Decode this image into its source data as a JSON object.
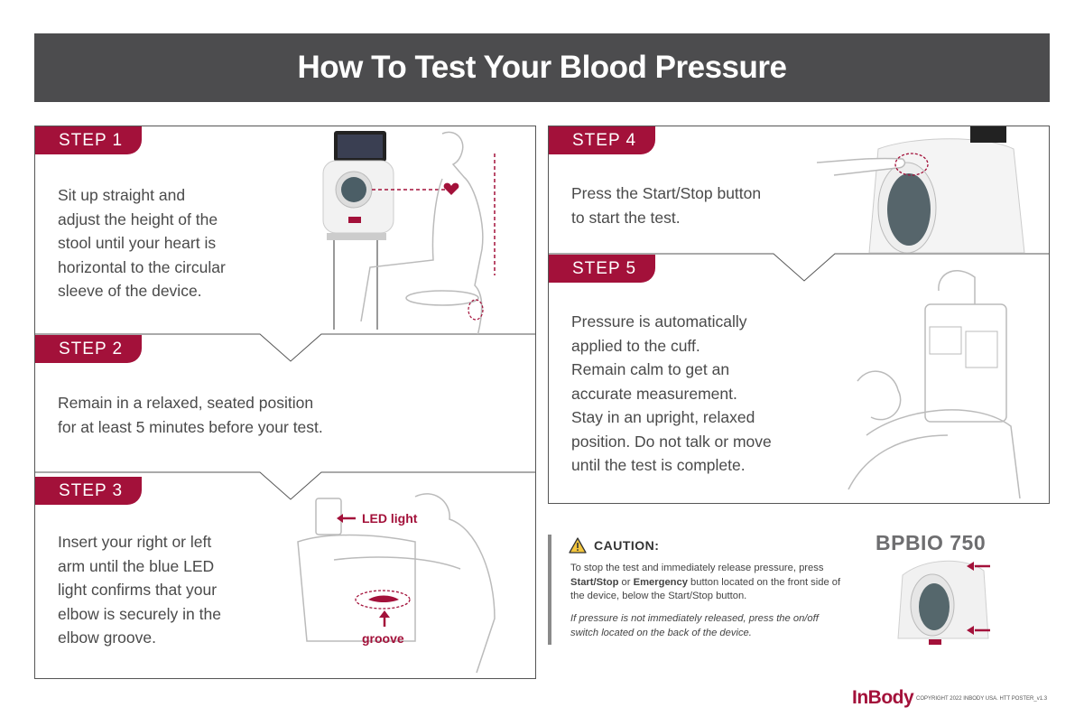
{
  "title": "How To Test Your Blood Pressure",
  "steps": [
    {
      "tag": "STEP 1",
      "lines": [
        "Sit up straight and",
        "adjust the height of the",
        "stool until your heart is",
        "horizontal to the circular",
        "sleeve of the device."
      ]
    },
    {
      "tag": "STEP 2",
      "lines": [
        "Remain in a relaxed, seated position",
        "for at least 5 minutes before your test."
      ]
    },
    {
      "tag": "STEP 3",
      "lines": [
        "Insert your right or left",
        "arm until the blue LED",
        "light confirms that your",
        "elbow is securely in the",
        "elbow groove."
      ]
    },
    {
      "tag": "STEP 4",
      "lines": [
        "Press the Start/Stop button",
        "to start the test."
      ]
    },
    {
      "tag": "STEP 5",
      "lines": [
        "Pressure is automatically",
        "applied to the cuff.",
        "Remain calm to get an",
        "accurate measurement.",
        "Stay in an upright, relaxed",
        "position. Do not talk or move",
        "until the test is complete."
      ]
    }
  ],
  "step3_labels": {
    "led": "LED light",
    "groove": "groove"
  },
  "caution": {
    "title": "CAUTION:",
    "text_before_1": "To stop the test and immediately release pressure, press ",
    "bold_1": "Start/Stop",
    "text_mid": " or ",
    "bold_2": "Emergency",
    "text_after": " button located on the front side of the device, below the Start/Stop button.",
    "note": "If pressure is not immediately released, press the on/off switch located on the back of the device."
  },
  "model": "BPBIO 750",
  "brand": "InBody",
  "copyright": "COPYRIGHT 2022 INBODY USA. HTT POSTER_v1.3",
  "colors": {
    "accent": "#a3113a",
    "header_bg": "#4c4c4e",
    "line": "#555555"
  }
}
